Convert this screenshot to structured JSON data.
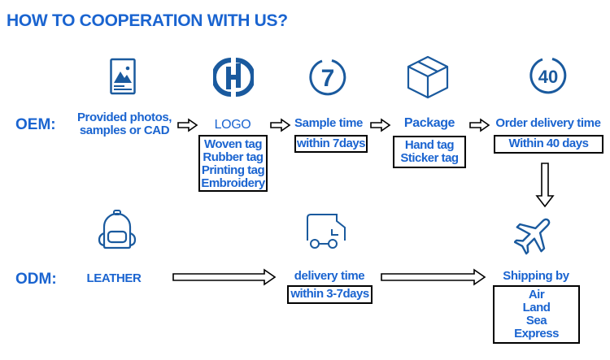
{
  "title": "HOW TO COOPERATION WITH US?",
  "colors": {
    "text": "#1a64d0",
    "icon": "#1a5a9e",
    "border": "#000000"
  },
  "oem": {
    "label": "OEM:",
    "steps": [
      {
        "icon": "image-icon",
        "label": "Provided photos,\nsamples or CAD"
      },
      {
        "icon": "logo-h-icon",
        "label": "LOGO",
        "details": [
          "Woven tag",
          "Rubber tag",
          "Printing tag",
          "Embroidery"
        ]
      },
      {
        "icon": "seven-circle-icon",
        "label": "Sample time",
        "details": [
          "within 7days"
        ]
      },
      {
        "icon": "box-icon",
        "label": "Package",
        "details": [
          "Hand tag",
          "Sticker tag"
        ]
      },
      {
        "icon": "forty-circle-icon",
        "label": "Order delivery time",
        "details": [
          "Within 40 days"
        ]
      }
    ]
  },
  "odm": {
    "label": "ODM:",
    "steps": [
      {
        "icon": "backpack-icon",
        "label": "LEATHER"
      },
      {
        "icon": "truck-icon",
        "label": "delivery time",
        "details": [
          "within 3-7days"
        ]
      },
      {
        "icon": "airplane-icon",
        "label": "Shipping by",
        "details": [
          "Air",
          "Land",
          "Sea",
          "Express"
        ]
      }
    ]
  },
  "icon_glyphs": {
    "seven": "7",
    "forty": "40"
  }
}
